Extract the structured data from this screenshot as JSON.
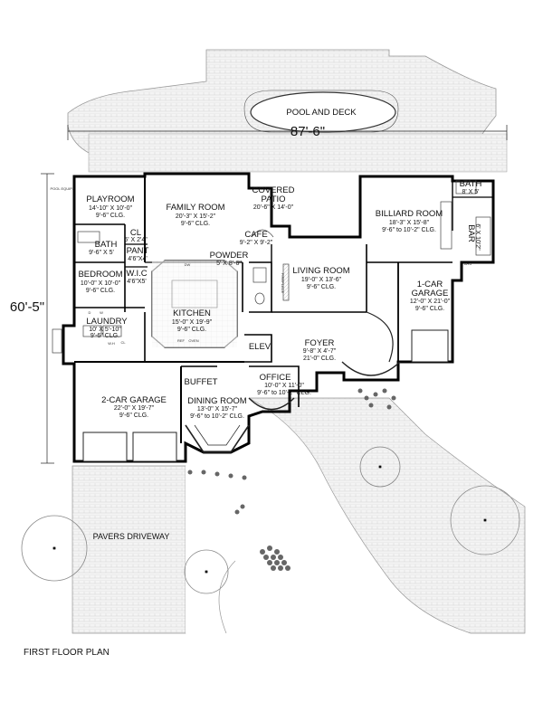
{
  "overall": {
    "width_dim": "87'-6\"",
    "depth_dim": "60'-5\"",
    "plan_title": "FIRST FLOOR PLAN"
  },
  "outdoor": {
    "pool_deck": "POOL AND DECK",
    "pavers_driveway": "PAVERS DRIVEWAY",
    "pool_equip": "POOL EQUIP."
  },
  "rooms": {
    "playroom": {
      "name": "PLAYROOM",
      "dim": "14'-10\" X 10'-0\"",
      "clg": "9'-6\" CLG."
    },
    "family_room": {
      "name": "FAMILY ROOM",
      "dim": "20'-3\" X 15'-2\"",
      "clg": "9'-6\" CLG."
    },
    "covered_patio": {
      "name1": "COVERED",
      "name2": "PATIO",
      "dim": "20'-6\" X 14'-0\""
    },
    "billiard_room": {
      "name": "BILLIARD ROOM",
      "dim": "18'-3\" X 15'-8\"",
      "clg": "9'-6\" to 10'-2\" CLG."
    },
    "bath_right": {
      "name": "BATH",
      "dim": "8' X 5'"
    },
    "bar": {
      "name": "BAR",
      "dim": "6' X 10'2\""
    },
    "cl": {
      "name": "CL",
      "dim": "5' X 2'4\""
    },
    "bath_left": {
      "name": "BATH",
      "dim": "9'-6\" X 5'"
    },
    "pant": {
      "name": "PANT",
      "dim": "4'6\"X4'"
    },
    "cafe": {
      "name": "CAFE",
      "dim": "9'-2\" X 9'-2\""
    },
    "powder": {
      "name": "POWDER",
      "dim": "5' X 8'-6\""
    },
    "bedroom": {
      "name": "BEDROOM",
      "dim": "10'-0\" X 10'-0\"",
      "clg": "9'-6\" CLG."
    },
    "wic": {
      "name": "W.I.C",
      "dim": "4'6\"X5'"
    },
    "living_room": {
      "name": "LIVING ROOM",
      "dim": "19'-0\" X 13'-6\"",
      "clg": "9'-6\" CLG."
    },
    "one_car_garage": {
      "name1": "1-CAR",
      "name2": "GARAGE",
      "dim": "12'-0\" X 21'-0\"",
      "clg": "9'-6\" CLG."
    },
    "kitchen": {
      "name": "KITCHEN",
      "dim": "15'-0\" X 19'-9\"",
      "clg": "9'-6\" CLG."
    },
    "laundry": {
      "name": "LAUNDRY",
      "dim": "10' X 5'-10\"",
      "clg": "9'-6\" CLG."
    },
    "elev": {
      "name": "ELEV"
    },
    "foyer": {
      "name": "FOYER",
      "dim": "9'-8\" X 4'-7\"",
      "clg": "21'-0\" CLG."
    },
    "buffet": {
      "name": "BUFFET"
    },
    "office": {
      "name": "OFFICE",
      "dim": "10'-0\" X 11'-0\"",
      "clg": "9'-6\" to 10'-2\" CLG."
    },
    "two_car_garage": {
      "name": "2-CAR GARAGE",
      "dim": "22'-0\" X 19'-7\"",
      "clg": "9'-6\" CLG."
    },
    "dining_room": {
      "name": "DINING ROOM",
      "dim": "13'-0\" X 15'-7\"",
      "clg": "9'-6\" to 10'-2\" CLG."
    }
  },
  "fixtures": {
    "dw": "DW",
    "ref": "REF",
    "oven": "OVEN",
    "fireplace": "FIREPLACE",
    "ahu": "AHU",
    "cl_small": "CL",
    "d": "D",
    "w": "W",
    "wh": "W.H"
  }
}
